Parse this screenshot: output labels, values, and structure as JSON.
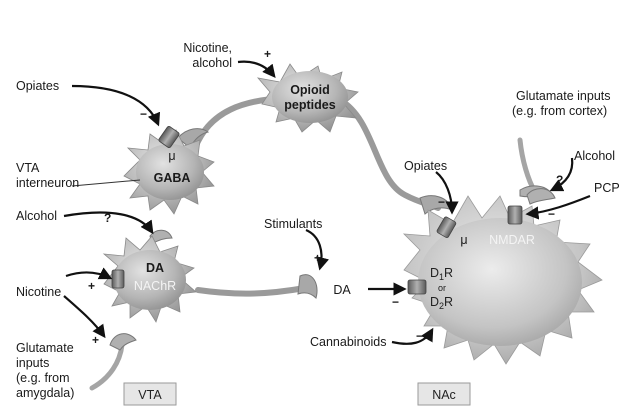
{
  "labels": {
    "nicotine_alcohol_line1": "Nicotine,",
    "nicotine_alcohol_line2": "alcohol",
    "opiates_left": "Opiates",
    "vta_interneuron_line1": "VTA",
    "vta_interneuron_line2": "interneuron",
    "alcohol_left": "Alcohol",
    "nicotine_left": "Nicotine",
    "glutamate_left_line1": "Glutamate",
    "glutamate_left_line2": "inputs",
    "glutamate_left_line3": "(e.g. from",
    "glutamate_left_line4": "amygdala)",
    "stimulants": "Stimulants",
    "cannabinoids": "Cannabinoids",
    "opiates_right": "Opiates",
    "glutamate_right_line1": "Glutamate inputs",
    "glutamate_right_line2": "(e.g. from cortex)",
    "alcohol_right": "Alcohol",
    "pcp": "PCP"
  },
  "cells": {
    "opioid_line1": "Opioid",
    "opioid_line2": "peptides",
    "gaba_mu": "μ",
    "gaba": "GABA",
    "da": "DA",
    "nachr": "NAChR",
    "da_signal": "DA",
    "nac_mu": "μ",
    "nmdar": "NMDAR",
    "d1r_main": "D",
    "d1r_sub": "1",
    "d1r_suffix": "R",
    "or": "or",
    "d2r_main": "D",
    "d2r_sub": "2",
    "d2r_suffix": "R"
  },
  "signs": {
    "nicotine_alcohol": "+",
    "opiates_left": "−",
    "alcohol_left": "?",
    "nicotine_left": "+",
    "glutamate_left": "+",
    "stimulants": "+",
    "opiates_right": "−",
    "alcohol_right": "?",
    "pcp": "−",
    "cannabinoids": "−",
    "da_to_receptor": "−"
  },
  "regions": {
    "vta": "VTA",
    "nac": "NAc"
  },
  "colors": {
    "cell_fill": "#b9b9b9",
    "cell_dark": "#8c8c8c",
    "axon": "#9a9a9a",
    "receptor": "#7a7a7a",
    "box_fill": "#e6e6e6",
    "box_stroke": "#9a9a9a"
  }
}
